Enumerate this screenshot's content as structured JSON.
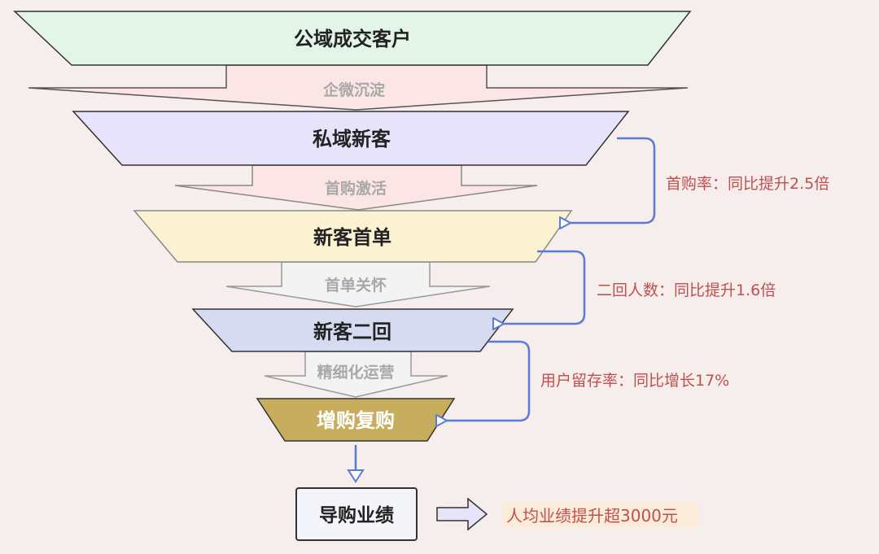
{
  "funnel": {
    "stages": [
      {
        "label": "公域成交客户",
        "fill": "#e2f5e7"
      },
      {
        "label": "私域新客",
        "fill": "#e6e3fb"
      },
      {
        "label": "新客首单",
        "fill": "#fbf2d2"
      },
      {
        "label": "新客二回",
        "fill": "#d7dbf2"
      },
      {
        "label": "增购复购",
        "fill": "#c9ad5e"
      }
    ],
    "transitions": [
      {
        "label": "企微沉淀",
        "fill": "#fce5e5"
      },
      {
        "label": "首购激活",
        "fill": "#fce5e5"
      },
      {
        "label": "首单关怀",
        "fill": "#f3f3f3"
      },
      {
        "label": "精细化运营",
        "fill": "#f3f3f3"
      }
    ]
  },
  "metrics": [
    {
      "label": "首购率：同比提升2.5倍"
    },
    {
      "label": "二回人数：同比提升1.6倍"
    },
    {
      "label": "用户留存率：同比增长17%"
    }
  ],
  "performance": {
    "label": "导购业绩"
  },
  "result": {
    "label": "人均业绩提升超3000元",
    "highlight": "#fbecd9"
  },
  "colors": {
    "connector": "#5b7bd5",
    "metric_text": "#c0504d",
    "outline": "#333333"
  }
}
